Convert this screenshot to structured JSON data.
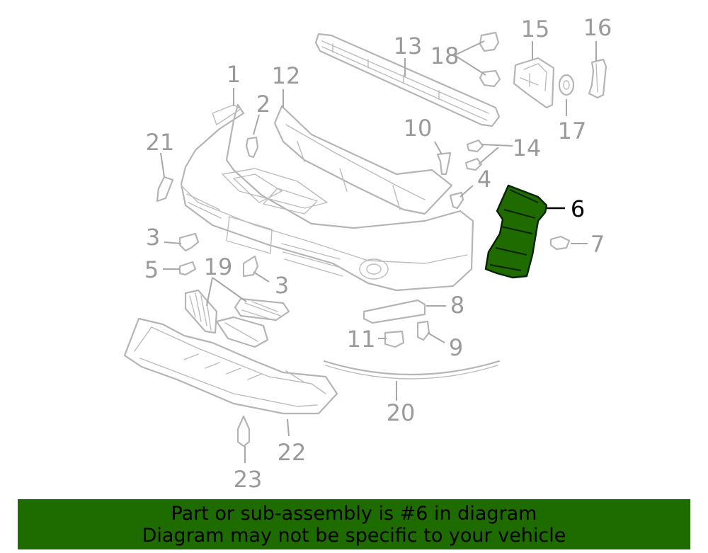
{
  "diagram": {
    "callouts": [
      {
        "id": "c1",
        "text": "1"
      },
      {
        "id": "c2",
        "text": "2"
      },
      {
        "id": "c3a",
        "text": "3"
      },
      {
        "id": "c3b",
        "text": "3"
      },
      {
        "id": "c4",
        "text": "4"
      },
      {
        "id": "c5",
        "text": "5"
      },
      {
        "id": "c6",
        "text": "6"
      },
      {
        "id": "c7",
        "text": "7"
      },
      {
        "id": "c8",
        "text": "8"
      },
      {
        "id": "c9",
        "text": "9"
      },
      {
        "id": "c10",
        "text": "10"
      },
      {
        "id": "c11",
        "text": "11"
      },
      {
        "id": "c12",
        "text": "12"
      },
      {
        "id": "c13",
        "text": "13"
      },
      {
        "id": "c14",
        "text": "14"
      },
      {
        "id": "c15",
        "text": "15"
      },
      {
        "id": "c16",
        "text": "16"
      },
      {
        "id": "c17",
        "text": "17"
      },
      {
        "id": "c18",
        "text": "18"
      },
      {
        "id": "c19",
        "text": "19"
      },
      {
        "id": "c20",
        "text": "20"
      },
      {
        "id": "c21",
        "text": "21"
      },
      {
        "id": "c22",
        "text": "22"
      },
      {
        "id": "c23",
        "text": "23"
      }
    ],
    "highlighted_part": "6",
    "colors": {
      "highlight": "#1f6b00",
      "line_art": "#b5b5b5",
      "callout_text": "#9a9a9a",
      "banner_background": "#1e6b00"
    }
  },
  "banner": {
    "line1": "Part or sub-assembly is #6 in diagram",
    "line2": "Diagram may not be specific to your vehicle"
  }
}
